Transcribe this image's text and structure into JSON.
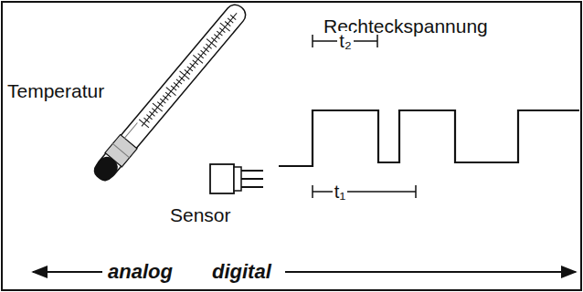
{
  "diagram": {
    "labels": [
      "Temperatur",
      "Rechteckspannung",
      "t₂",
      "t₁",
      "Sensor",
      "analog",
      "digital"
    ]
  }
}
